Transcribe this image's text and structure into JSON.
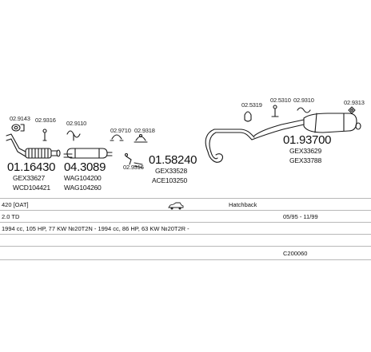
{
  "parts": {
    "ref_a": "02.9143",
    "ref_b": "02.9316",
    "ref_c": "02.9110",
    "ref_d": "02.9710",
    "ref_e": "02.9318",
    "ref_f": "02.9316",
    "ref_g": "02.5319",
    "ref_h": "02.5310",
    "ref_i": "02.9310",
    "ref_j": "02.9313",
    "front_number": "01.16430",
    "front_code1": "GEX33627",
    "front_code2": "WCD104421",
    "mid_number": "04.3089",
    "mid_code1": "WAG104200",
    "mid_code2": "WAG104260",
    "pipe_number": "01.58240",
    "pipe_code1": "GEX33528",
    "pipe_code2": "ACE103250",
    "rear_number": "01.93700",
    "rear_code1": "GEX33629",
    "rear_code2": "GEX33788"
  },
  "vehicle": {
    "model": "420 [OAT]",
    "body_icon": "car-icon",
    "body": "Hatchback",
    "engine": "2.0 TD",
    "years": "05/95 - 11/99",
    "spec": "1994 cc, 105 HP, 77 KW №20T2N - 1994 cc, 86 HP, 63 KW №20T2R -",
    "code": "C200060"
  },
  "colors": {
    "line": "#1a1a1a",
    "rule": "#b8b8b8"
  }
}
